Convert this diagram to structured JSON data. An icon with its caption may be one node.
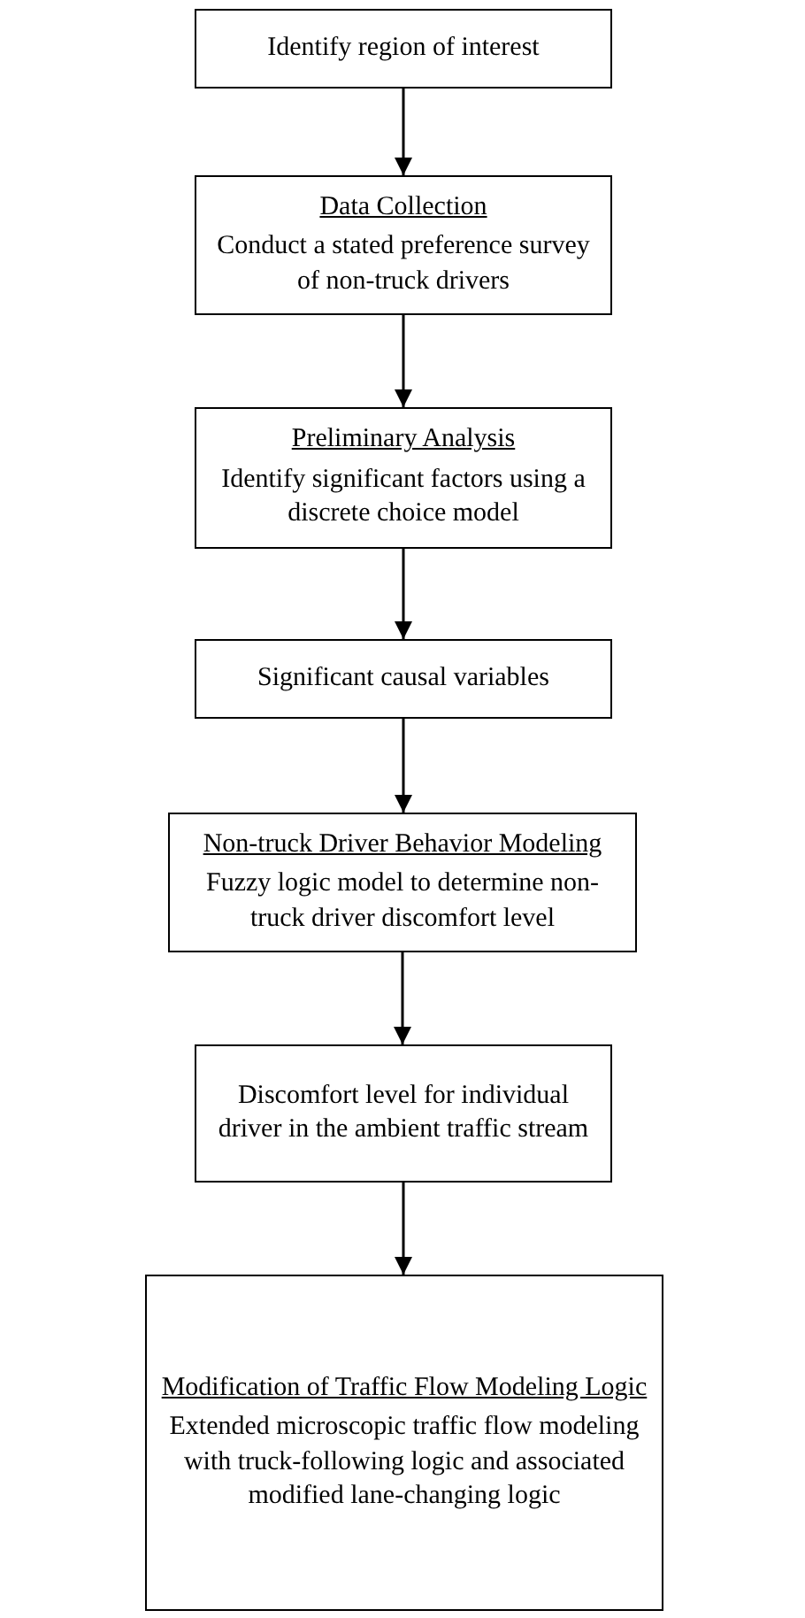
{
  "diagram": {
    "nodes": [
      {
        "text": [
          "Identify region of interest"
        ]
      },
      {
        "text": [
          "Data Collection",
          "Conduct a stated preference survey of non-truck drivers"
        ]
      },
      {
        "text": [
          "Preliminary Analysis",
          "Identify significant factors using a discrete choice model"
        ]
      },
      {
        "text": [
          "Significant causal variables"
        ]
      },
      {
        "text": [
          "Non-truck Driver Behavior Modeling",
          "Fuzzy logic model to determine non-truck driver discomfort level"
        ]
      },
      {
        "text": [
          "Discomfort level for individual driver in the ambient traffic stream"
        ]
      },
      {
        "text": [
          "Modification of Traffic Flow Modeling Logic",
          "Extended microscopic traffic flow modeling with truck-following logic and associated modified lane-changing logic"
        ]
      }
    ],
    "edges": [
      {
        "from": 0,
        "to": 1,
        "arrow": "to"
      },
      {
        "from": 1,
        "to": 2,
        "arrow": "to"
      },
      {
        "from": 2,
        "to": 3,
        "arrow": "to"
      },
      {
        "from": 3,
        "to": 4,
        "arrow": "to"
      },
      {
        "from": 4,
        "to": 5,
        "arrow": "to"
      },
      {
        "from": 5,
        "to": 6,
        "arrow": "to"
      }
    ]
  }
}
